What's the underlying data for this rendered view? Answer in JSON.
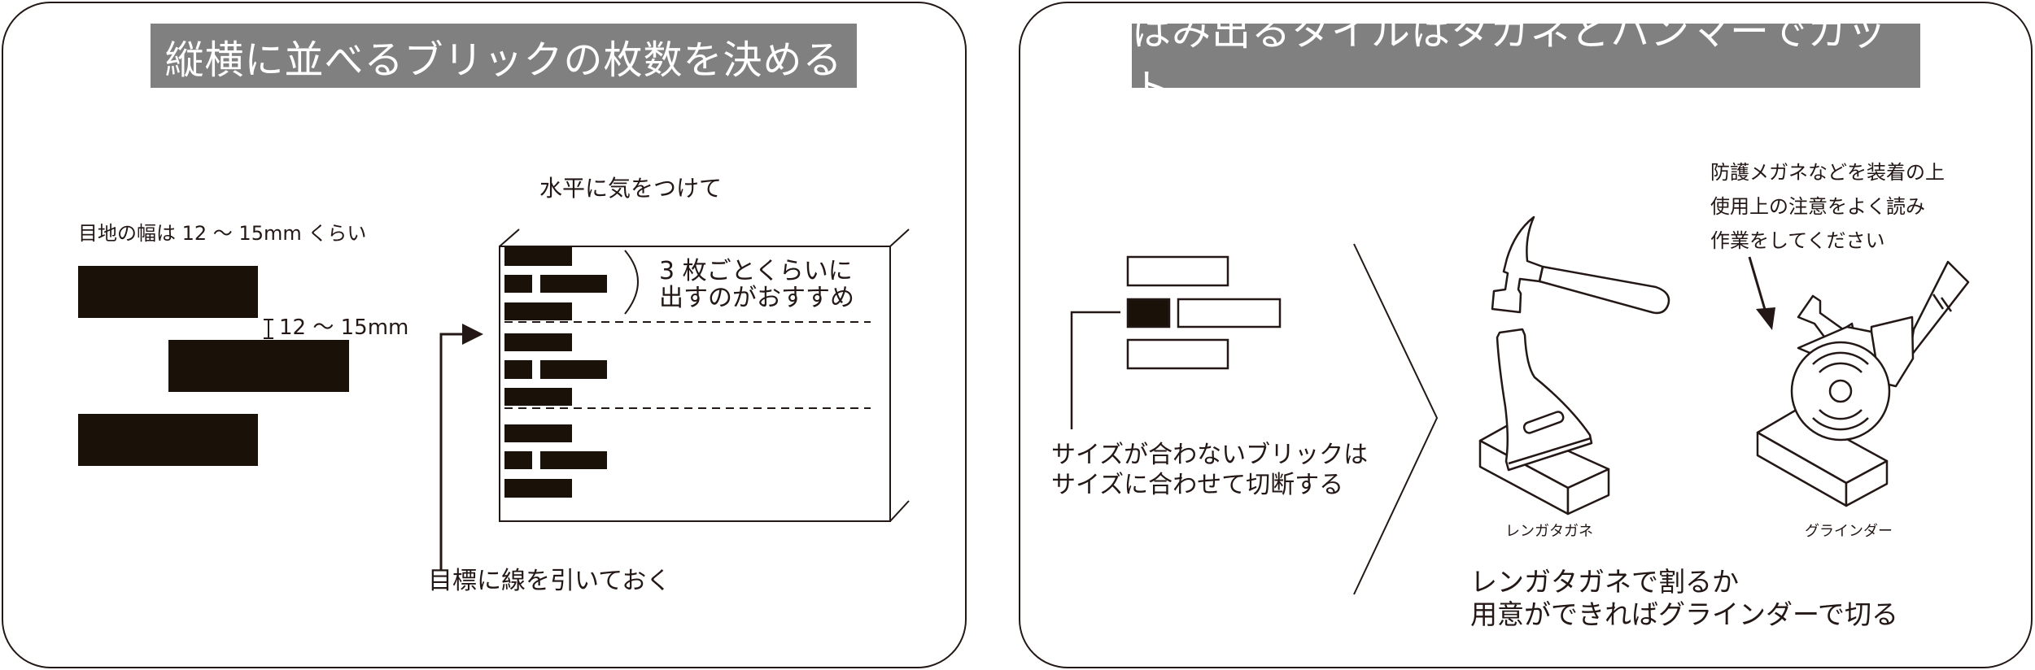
{
  "left_panel": {
    "title": "縦横に並べるブリックの枚数を決める",
    "joint_width_note": "目地の幅は 12 ～ 15mm くらい",
    "gap_label": "12 ～ 15mm",
    "level_note": "水平に気をつけて",
    "group_note_line1": "3 枚ごとくらいに",
    "group_note_line2": "出すのがおすすめ",
    "guide_line_note": "目標に線を引いておく"
  },
  "right_panel": {
    "title": "はみ出るタイルはタガネとハンマーでカット",
    "cut_note_line1": "サイズが合わないブリックは",
    "cut_note_line2": "サイズに合わせて切断する",
    "safety_note_line1": "防護メガネなどを装着の上",
    "safety_note_line2": "使用上の注意をよく読み",
    "safety_note_line3": "作業をしてください",
    "chisel_label": "レンガタガネ",
    "grinder_label": "グラインダー",
    "method_line1": "レンガタガネで割るか",
    "method_line2": "用意ができればグラインダーで切る"
  },
  "colors": {
    "ink": "#231815",
    "brick": "#1a1209",
    "title_bg": "#808080",
    "title_text": "#ffffff"
  }
}
